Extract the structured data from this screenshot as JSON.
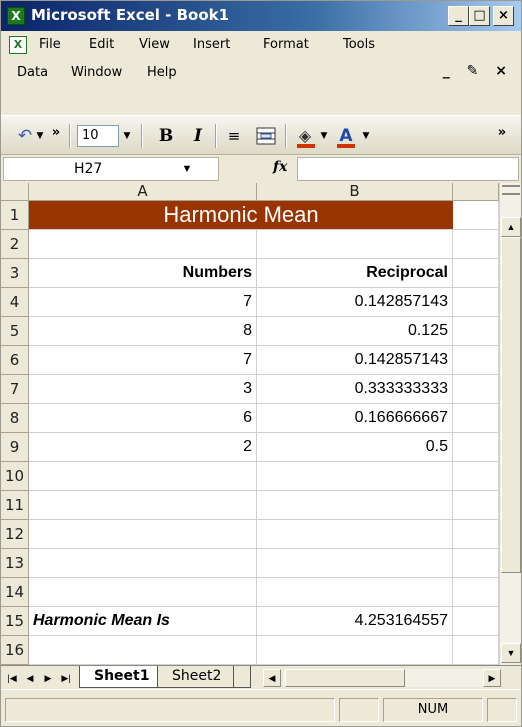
{
  "window": {
    "title": "Microsoft Excel - Book1",
    "app_icon_glyph": "X",
    "minimize_glyph": "_",
    "maximize_glyph": "□",
    "close_glyph": "×"
  },
  "menu": {
    "row1": [
      {
        "label": "File"
      },
      {
        "label": "Edit"
      },
      {
        "label": "View"
      },
      {
        "label": "Insert"
      },
      {
        "label": "Format"
      },
      {
        "label": "Tools"
      }
    ],
    "row2": [
      {
        "label": "Data"
      },
      {
        "label": "Window"
      },
      {
        "label": "Help"
      }
    ],
    "mdi_controls": "_ ✎ ×"
  },
  "toolbar": {
    "undo_glyph": "↶",
    "dropdown_glyph": "▼",
    "chevron_glyph": "»",
    "font_size": "10",
    "bold_glyph": "B",
    "italic_glyph": "I",
    "align_glyph": "≡",
    "fill_glyph": "◈",
    "fontcolor_glyph": "A",
    "fill_color": "#cc3300",
    "font_color": "#cc3300"
  },
  "formula_bar": {
    "name_box": "H27",
    "fx_label": "fx",
    "formula": ""
  },
  "grid": {
    "columns": [
      "A",
      "B"
    ],
    "title": "Harmonic Mean",
    "title_bg": "#993300",
    "header_numbers": "Numbers",
    "header_reciprocal": "Reciprocal",
    "rows": [
      {
        "row": "1"
      },
      {
        "row": "2"
      },
      {
        "row": "3"
      },
      {
        "row": "4",
        "a": "7",
        "b": "0.142857143"
      },
      {
        "row": "5",
        "a": "8",
        "b": "0.125"
      },
      {
        "row": "6",
        "a": "7",
        "b": "0.142857143"
      },
      {
        "row": "7",
        "a": "3",
        "b": "0.333333333"
      },
      {
        "row": "8",
        "a": "6",
        "b": "0.166666667"
      },
      {
        "row": "9",
        "a": "2",
        "b": "0.5"
      },
      {
        "row": "10"
      },
      {
        "row": "11"
      },
      {
        "row": "12"
      },
      {
        "row": "13"
      },
      {
        "row": "14"
      },
      {
        "row": "15",
        "a": "Harmonic Mean Is",
        "b": "4.253164557"
      },
      {
        "row": "16"
      }
    ]
  },
  "sheets": {
    "tabs": [
      "Sheet1",
      "Sheet2"
    ],
    "active": "Sheet1",
    "nav_first": "|◀",
    "nav_prev": "◀",
    "nav_next": "▶",
    "nav_last": "▶|"
  },
  "status": {
    "num_indicator": "NUM"
  }
}
